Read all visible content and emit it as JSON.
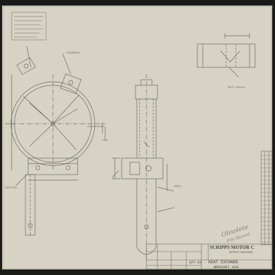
{
  "sheet": {
    "company": "SCRIPPS MOTOR C",
    "company_location": "DETROIT, MICHIGAN",
    "part_number": "3Z7-10",
    "title_line1": "HEAT EXCHANG",
    "title_line2": "BRACKET ASS",
    "handwritten_note_1": "Obsolete",
    "handwritten_note_2": "File Record",
    "section_label": "SECT ON A-A",
    "callout_stamped": "STAMPED",
    "callout_casting": "CASTING",
    "callout_drill": "DRILL"
  },
  "colors": {
    "paper": "#d6d2c4",
    "line": "#6b6a60",
    "background": "#1a1a18"
  }
}
